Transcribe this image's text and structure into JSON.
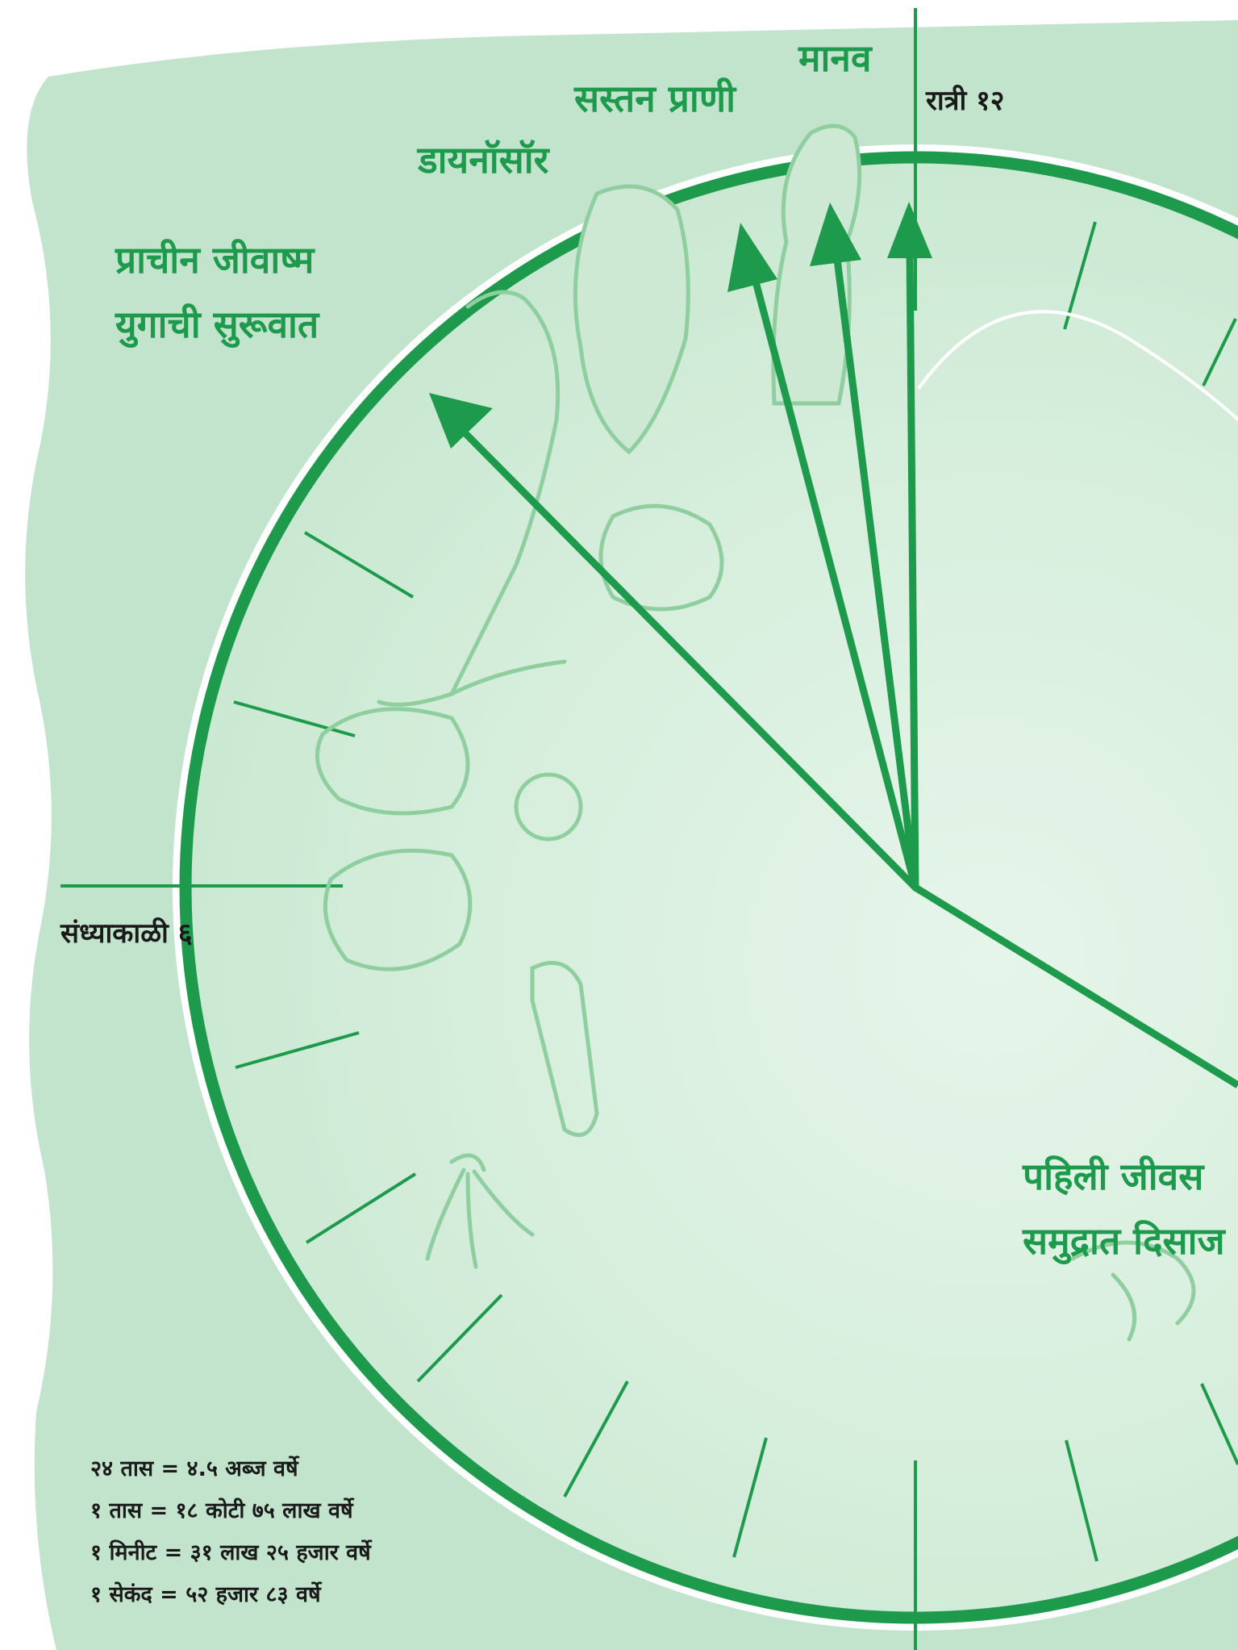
{
  "labels": {
    "human": "मानव",
    "mammals": "सस्तन प्राणी",
    "dinosaurs": "डायनॉसॉर",
    "fossil_era_line1": "प्राचीन जीवाष्म",
    "fossil_era_line2": "युगाची सुरूवात",
    "first_life_line1": "पहिली जीवस",
    "first_life_line2": "समुद्रात दिसाज",
    "midnight": "रात्री १२",
    "evening": "संध्याकाळी ६"
  },
  "scale": [
    "२४ तास = ४.५ अब्ज वर्षे",
    "१ तास = १८ कोटी ७५ लाख वर्षे",
    "१ मिनीट = ३१ लाख २५ हजार वर्षे",
    "१ सेकंद = ५२ हजार ८३ वर्षे"
  ],
  "colors": {
    "accent": "#1e9a4c",
    "background_tint": "#c2e3cc",
    "dial_fill": "#d9efdf",
    "text_dark": "#1a1a1a"
  },
  "icons": [
    "human-illustration",
    "mammal-illustration",
    "dinosaur-illustration",
    "fossil-shell-illustration",
    "trilobite-illustration",
    "insect-illustration",
    "octopus-illustration"
  ]
}
